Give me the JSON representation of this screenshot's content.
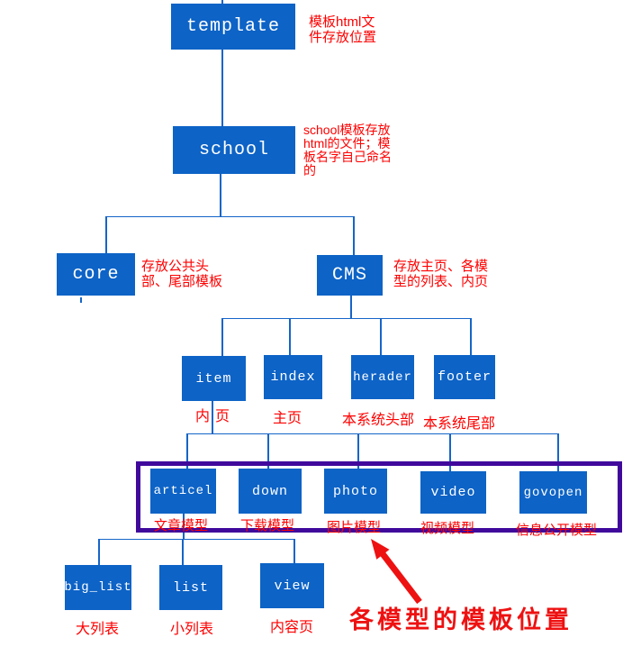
{
  "colors": {
    "box_blue": "#0d63c6",
    "line_blue": "#1565c8",
    "frame_purple": "#40099c",
    "note_red": "#ff0000",
    "highlight_red": "#ee1111",
    "box_text": "#ffffff"
  },
  "nodes": {
    "template": {
      "label": "template"
    },
    "school": {
      "label": "school"
    },
    "core": {
      "label": "core"
    },
    "cms": {
      "label": "CMS"
    },
    "item": {
      "label": "item",
      "caption": "内页"
    },
    "index": {
      "label": "index",
      "caption": "主页"
    },
    "herader": {
      "label": "herader",
      "caption": "本系统头部"
    },
    "footer": {
      "label": "footer",
      "caption": "本系统尾部"
    },
    "articel": {
      "label": "articel",
      "caption": "文章模型"
    },
    "down": {
      "label": "down",
      "caption": "下载模型"
    },
    "photo": {
      "label": "photo",
      "caption": "图片模型"
    },
    "video": {
      "label": "video",
      "caption": "视频模型"
    },
    "govopen": {
      "label": "govopen",
      "caption": "信息公开模型"
    },
    "big_list": {
      "label": "big_list",
      "caption": "大列表"
    },
    "list": {
      "label": "list",
      "caption": "小列表"
    },
    "view": {
      "label": "view",
      "caption": "内容页"
    }
  },
  "notes": {
    "template": [
      "模板html文",
      "件存放位置"
    ],
    "school": [
      "school模板存放",
      "html的文件；模",
      "板名字自己命名",
      "的"
    ],
    "core": [
      "存放公共头",
      "部、尾部模板"
    ],
    "cms": [
      "存放主页、各模",
      "型的列表、内页"
    ]
  },
  "annotation": {
    "highlight_label": "各模型的模板位置"
  }
}
